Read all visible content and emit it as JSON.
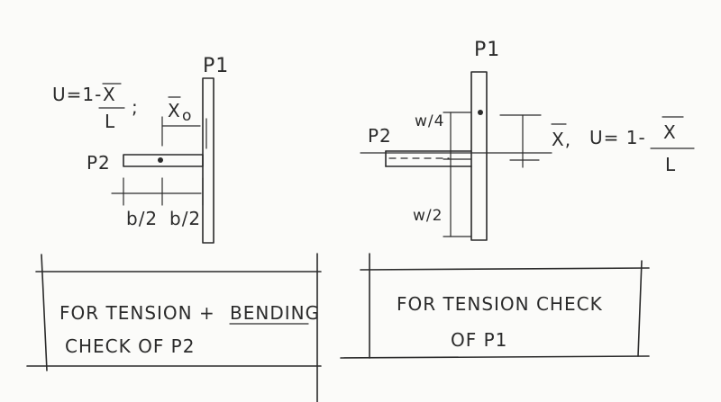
{
  "left_sketch": {
    "p1_label": "P1",
    "p2_label": "P2",
    "formula_u": "U=1-",
    "formula_xbar": "X",
    "formula_l": "L",
    "xbar_label": "X",
    "xbar_sub": "o",
    "b_half_left": "b/2",
    "b_half_right": "b/2"
  },
  "right_sketch": {
    "p1_label": "P1",
    "p2_label": "P2",
    "w4_label": "w/4",
    "w2_label": "w/2",
    "xbar_label": "X,",
    "formula_u": "U= 1-",
    "formula_xbar": "X",
    "formula_l": "L"
  },
  "left_box": {
    "line1_prefix": "FOR TENSION +",
    "line1_emph": "BENDING",
    "line2": "CHECK  OF  P2"
  },
  "right_box": {
    "line1": "FOR TENSION CHECK",
    "line2": "OF P1"
  }
}
